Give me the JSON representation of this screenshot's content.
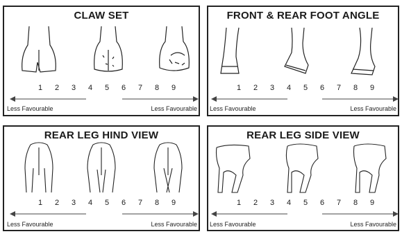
{
  "panels": [
    {
      "title": "CLAW SET",
      "scale": [
        "1",
        "2",
        "3",
        "4",
        "5",
        "6",
        "7",
        "8",
        "9"
      ],
      "left_label": "Less Favourable",
      "right_label": "Less Favourable",
      "illustration": "claw-set"
    },
    {
      "title": "FRONT & REAR FOOT ANGLE",
      "scale": [
        "1",
        "2",
        "3",
        "4",
        "5",
        "6",
        "7",
        "8",
        "9"
      ],
      "left_label": "Less Favourable",
      "right_label": "Less Favourable",
      "illustration": "foot-angle"
    },
    {
      "title": "REAR LEG HIND VIEW",
      "scale": [
        "1",
        "2",
        "3",
        "4",
        "5",
        "6",
        "7",
        "8",
        "9"
      ],
      "left_label": "Less Favourable",
      "right_label": "Less Favourable",
      "illustration": "rear-hind"
    },
    {
      "title": "REAR LEG SIDE VIEW",
      "scale": [
        "1",
        "2",
        "3",
        "4",
        "5",
        "6",
        "7",
        "8",
        "9"
      ],
      "left_label": "Less Favourable",
      "right_label": "Less Favourable",
      "illustration": "rear-side"
    }
  ]
}
